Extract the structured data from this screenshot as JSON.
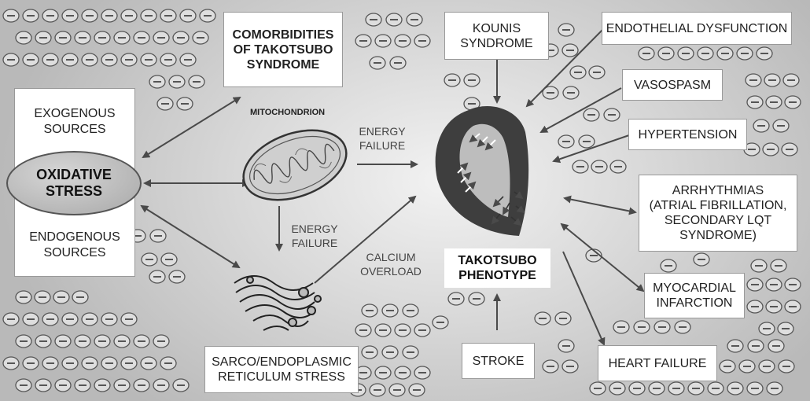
{
  "nodes": {
    "comorbidities": "COMORBIDITIES\nOF TAKOTSUBO\nSYNDROME",
    "exogenous": "EXOGENOUS\nSOURCES",
    "oxidative_stress": "OXIDATIVE\nSTRESS",
    "endogenous": "ENDOGENOUS\nSOURCES",
    "mitochondrion": "MITOCHONDRION",
    "energy_failure_1": "ENERGY\nFAILURE",
    "energy_failure_2": "ENERGY\nFAILURE",
    "calcium_overload": "CALCIUM\nOVERLOAD",
    "sarco_stress": "SARCO/ENDOPLASMIC\nRETICULUM STRESS",
    "takotsubo_phenotype": "TAKOTSUBO\nPHENOTYPE",
    "kounis": "KOUNIS\nSYNDROME",
    "endothelial": "ENDOTHELIAL DYSFUNCTION",
    "vasospasm": "VASOSPASM",
    "hypertension": "HYPERTENSION",
    "arrhythmias": "ARRHYTHMIAS\n(ATRIAL FIBRILLATION,\nSECONDARY LQT\nSYNDROME)",
    "myocardial": "MYOCARDIAL\nINFARCTION",
    "heart_failure": "HEART FAILURE",
    "stroke": "STROKE"
  },
  "colors": {
    "arrow": "#4a4a4a",
    "box_border": "#999999",
    "bubble_fill": "#dedede",
    "bubble_stroke": "#555555"
  },
  "icons": [
    "minus-sign-icon",
    "mitochondrion-icon",
    "reticulum-icon",
    "heart-icon"
  ]
}
